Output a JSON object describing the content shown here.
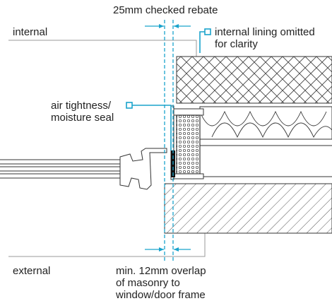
{
  "labels": {
    "top_dimension": "25mm checked rebate",
    "internal": "internal",
    "external": "external",
    "lining_note_line1": "internal lining omitted",
    "lining_note_line2": "for clarity",
    "seal_line1": "air tightness/",
    "seal_line2": "moisture seal",
    "overlap_line1": "min. 12mm overlap",
    "overlap_line2": "of masonry to",
    "overlap_line3": "window/door frame"
  },
  "colors": {
    "accent": "#1aa3cc",
    "line": "#333333",
    "leader_grey": "#9a9a9a"
  }
}
